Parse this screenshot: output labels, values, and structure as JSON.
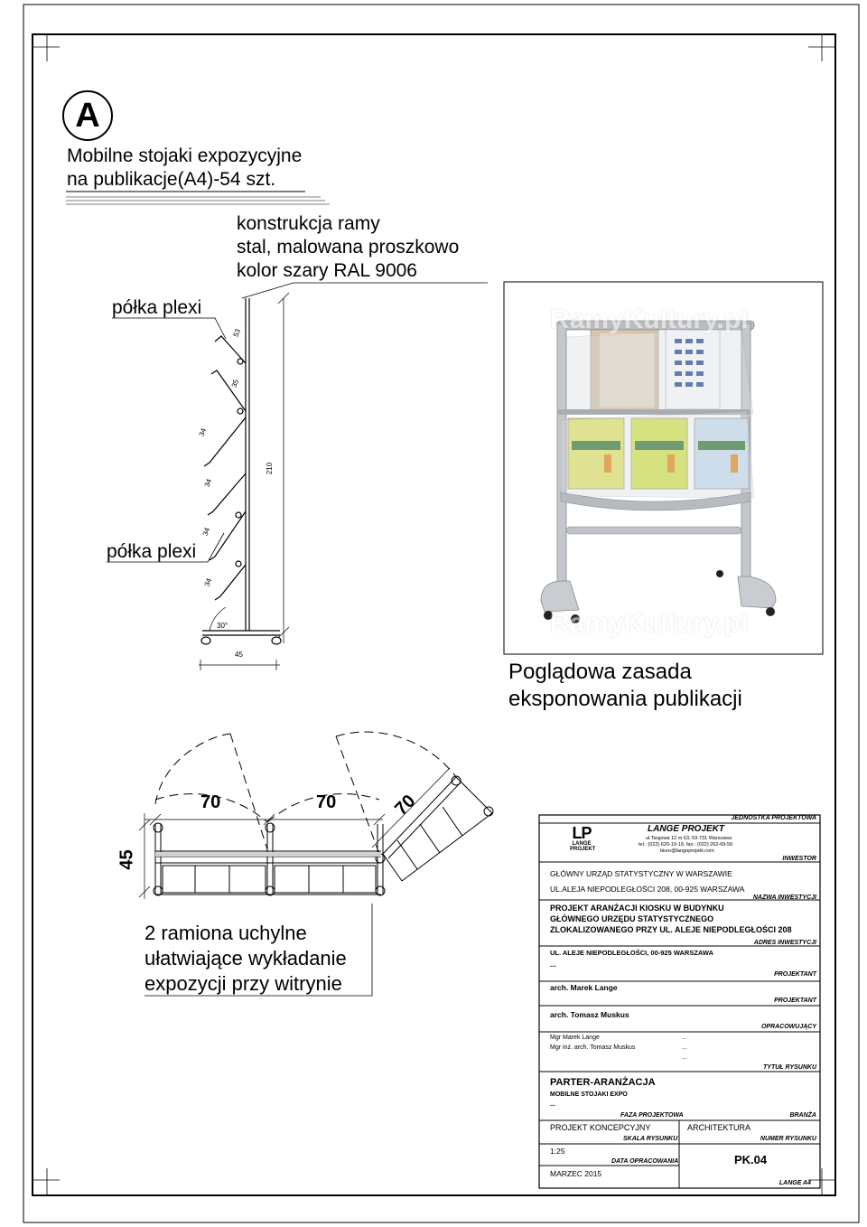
{
  "view_marker": "A",
  "title": {
    "line1": "Mobilne stojaki expozycyjne",
    "line2": "na publikacje(A4)-54 szt."
  },
  "frame_label": {
    "line1": "konstrukcja ramy",
    "line2": "stal, malowana proszkowo",
    "line3": "kolor szary RAL 9006"
  },
  "shelf_label_top": "półka plexi",
  "shelf_label_mid": "półka plexi",
  "side_dims": {
    "d1": "53",
    "d2": "35",
    "d3": "34",
    "d4": "34",
    "d5": "34",
    "d6": "34",
    "height": "210",
    "angle": "30°",
    "base": "45"
  },
  "photo": {
    "watermark_top": "RamyKultury.pl",
    "watermark_bottom": "RamyKultury.pl",
    "caption_line1": "Poglądowa zasada",
    "caption_line2": "eksponowania publikacji"
  },
  "plan_dims": {
    "w1": "70",
    "w2": "70",
    "w3": "70",
    "depth": "45"
  },
  "plan_note": {
    "line1": "2 ramiona uchylne",
    "line2": "ułatwiające wykładanie",
    "line3": "expozycji przy witrynie"
  },
  "title_block": {
    "unit_label": "JEDNOSTKA PROJEKTOWA",
    "company": "LANGE PROJEKT",
    "address1": "ul.Targowa 12 m 63, 03-731 Warszawa",
    "address2": "tel.: (022) 620-19-19, fax.: (022) 262-69-56",
    "email": "biuro@langeprojekt.com",
    "logo_letters": "LP",
    "logo_text1": "LANGE",
    "logo_text2": "PROJEKT",
    "investor_label": "INWESTOR",
    "investor1": "GŁÓWNY URZĄD STATYSTYCZNY W WARSZAWIE",
    "investor2": "UL.ALEJA NIEPODLEGŁOŚCI 208, 00-925 WARSZAWA",
    "investment_label": "NAZWA INWESTYCJI",
    "investment1": "PROJEKT ARANŻACJI KIOSKU W BUDYNKU",
    "investment2": "GŁÓWNEGO URZĘDU STATYSTYCZNEGO",
    "investment3": "ZLOKALIZOWANEGO PRZY UL. ALEJE NIEPODLEGŁOŚCI 208",
    "address_label": "ADRES INWESTYCJI",
    "address_value": "UL. ALEJE NIEPODLEGŁOŚCI, 00-925  WARSZAWA",
    "address_extra": "...",
    "designer_label1": "PROJEKTANT",
    "designer1": "arch. Marek Lange",
    "designer_label2": "PROJEKTANT",
    "designer2": "arch. Tomasz Muskus",
    "prepared_label": "OPRACOWUJĄCY",
    "prepared1": "Mgr Marek Lange",
    "prepared2": "Mgr inż. arch. Tomasz Muskus",
    "prepared_dots1": "...",
    "prepared_dots2": "...",
    "prepared_dots3": "...",
    "drawing_title_label": "TYTUŁ RYSUNKU",
    "drawing_title": "PARTER-ARANŻACJA",
    "drawing_sub": "MOBILNE STOJAKI EXPO",
    "drawing_dots": "...",
    "phase_label": "FAZA PROJEKTOWA",
    "phase": "PROJEKT KONCEPCYJNY",
    "branch_label": "BRANŻA",
    "branch": "ARCHITEKTURA",
    "scale_label": "SKALA RYSUNKU",
    "scale": "1:25",
    "number_label": "NUMER RYSUNKU",
    "number": "PK.04",
    "date_label": "DATA OPRACOWANIA",
    "date": "MARZEC 2015",
    "format": "LANGE A4"
  }
}
